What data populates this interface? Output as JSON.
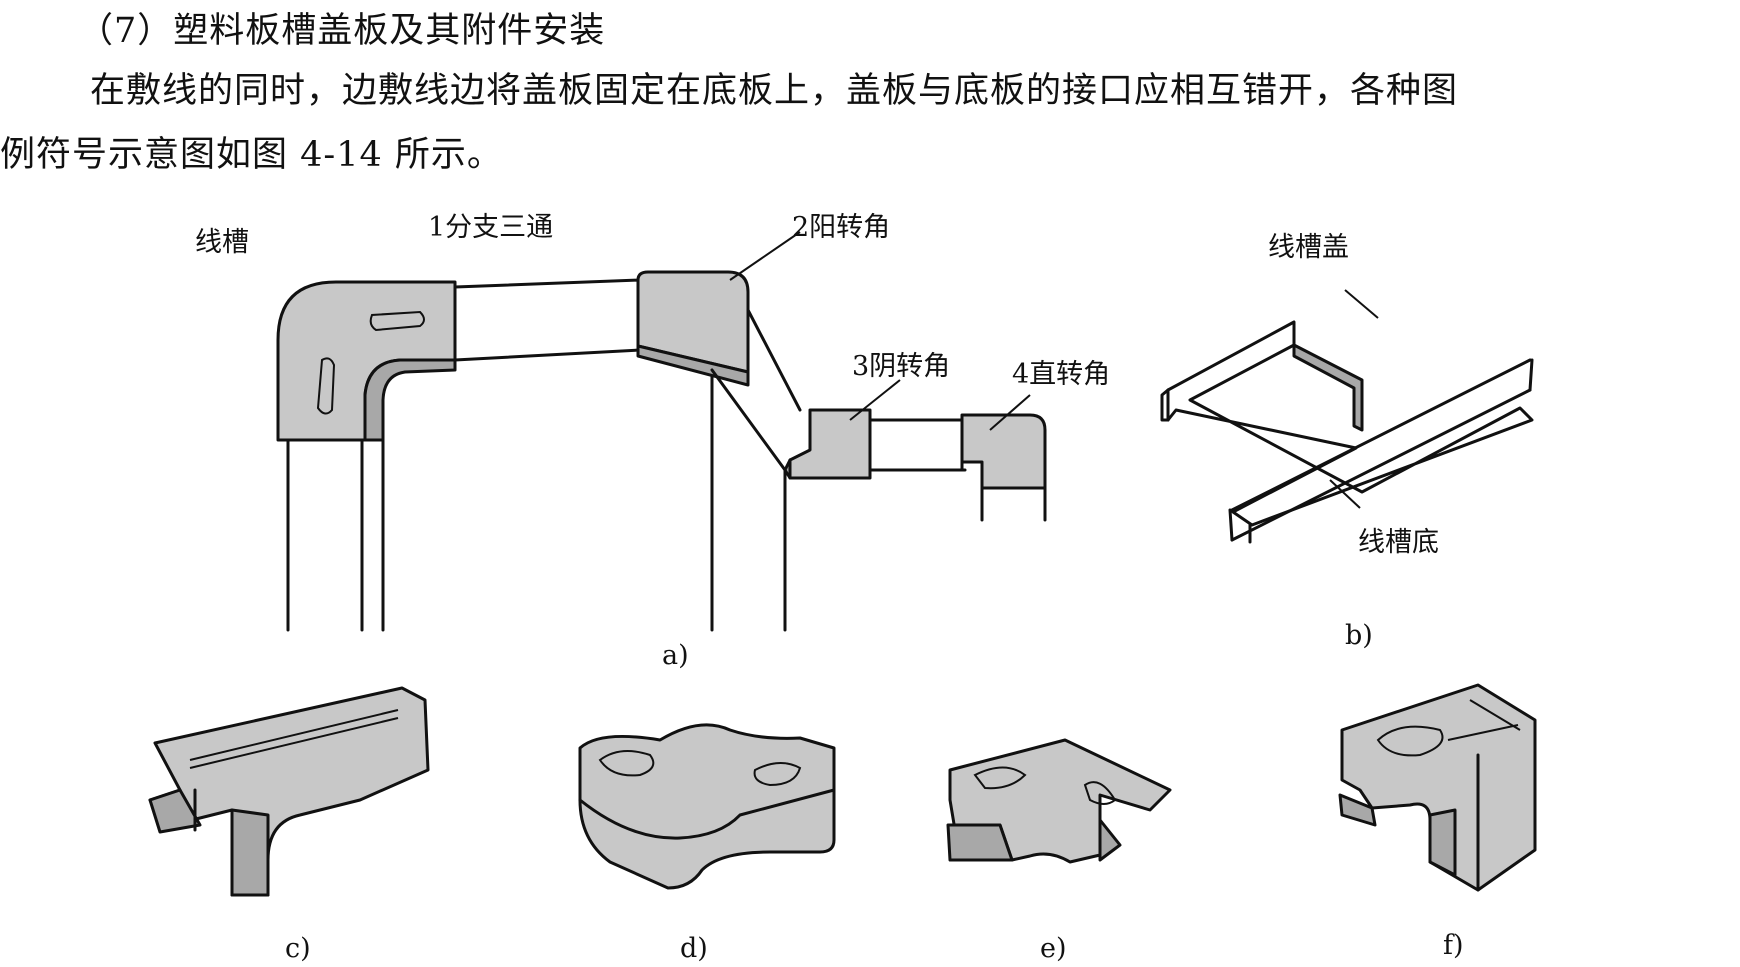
{
  "heading": "（7）塑料板槽盖板及其附件安装",
  "paragraph": {
    "line1": "在敷线的同时，边敷线边将盖板固定在底板上，盖板与底板的接口应相互错开，各种图",
    "line2": "例符号示意图如图 4-14 所示。"
  },
  "figure_a": {
    "labels": {
      "trunking": "线槽",
      "tee": "1分支三通",
      "external_corner": "2阳转角",
      "internal_corner": "3阴转角",
      "straight_corner": "4直转角"
    },
    "caption": "a)"
  },
  "figure_b": {
    "labels": {
      "cover": "线槽盖",
      "base": "线槽底"
    },
    "caption": "b)"
  },
  "captions": {
    "c": "c)",
    "d": "d)",
    "e": "e)",
    "f": "f)"
  }
}
